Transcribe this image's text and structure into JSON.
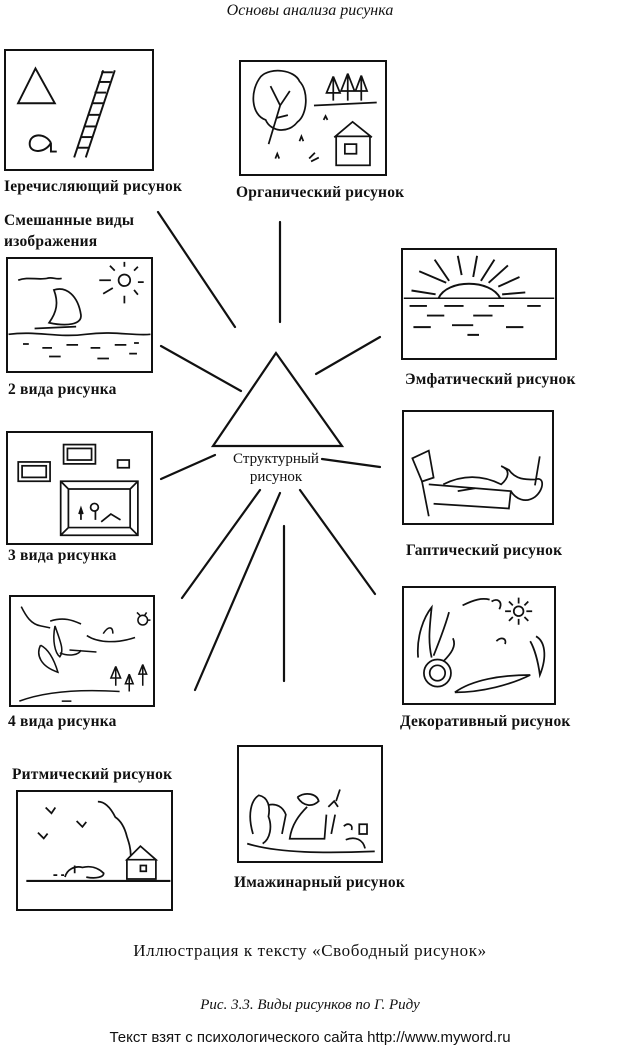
{
  "page": {
    "header": "Основы анализа рисунка",
    "caption": "Иллюстрация к тексту «Свободный рисунок»",
    "figure_caption": "Рис. 3.3. Виды рисунков по Г. Риду",
    "source_note": "Текст взят с психологического сайта http://www.myword.ru"
  },
  "diagram": {
    "center": {
      "label_line1": "Структурный",
      "label_line2": "рисунок",
      "shape": "triangle"
    },
    "nodes": [
      {
        "id": "enumerative",
        "label": "Іеречисляющий рисунок",
        "picture": "triangle, letter a, ladder"
      },
      {
        "id": "organic",
        "label": "Органический рисунок",
        "picture": "tree, pines, house, grass"
      },
      {
        "id": "mixed-heading",
        "label_line1": "Смешанные виды",
        "label_line2": "изображения"
      },
      {
        "id": "two-kinds",
        "label": "2 вида рисунка",
        "picture": "sailboat, sun, water"
      },
      {
        "id": "empathic",
        "label": "Эмфатический рисунок",
        "picture": "sunrise over sea"
      },
      {
        "id": "three-kinds",
        "label": "3 вида рисунка",
        "picture": "framed pictures on wall"
      },
      {
        "id": "haptic",
        "label": "Гаптический рисунок",
        "picture": "person lying in bed"
      },
      {
        "id": "four-kinds",
        "label": "4 вида рисунка",
        "picture": "birds, boat, trees, sun"
      },
      {
        "id": "decorative",
        "label": "Декоративный рисунок",
        "picture": "floral ornament"
      },
      {
        "id": "rhythmic",
        "label": "Ритмический рисунок",
        "picture": "birds, car, house with smoke"
      },
      {
        "id": "imaginary",
        "label": "Имажинарный рисунок",
        "picture": "fantasy creatures"
      }
    ]
  }
}
